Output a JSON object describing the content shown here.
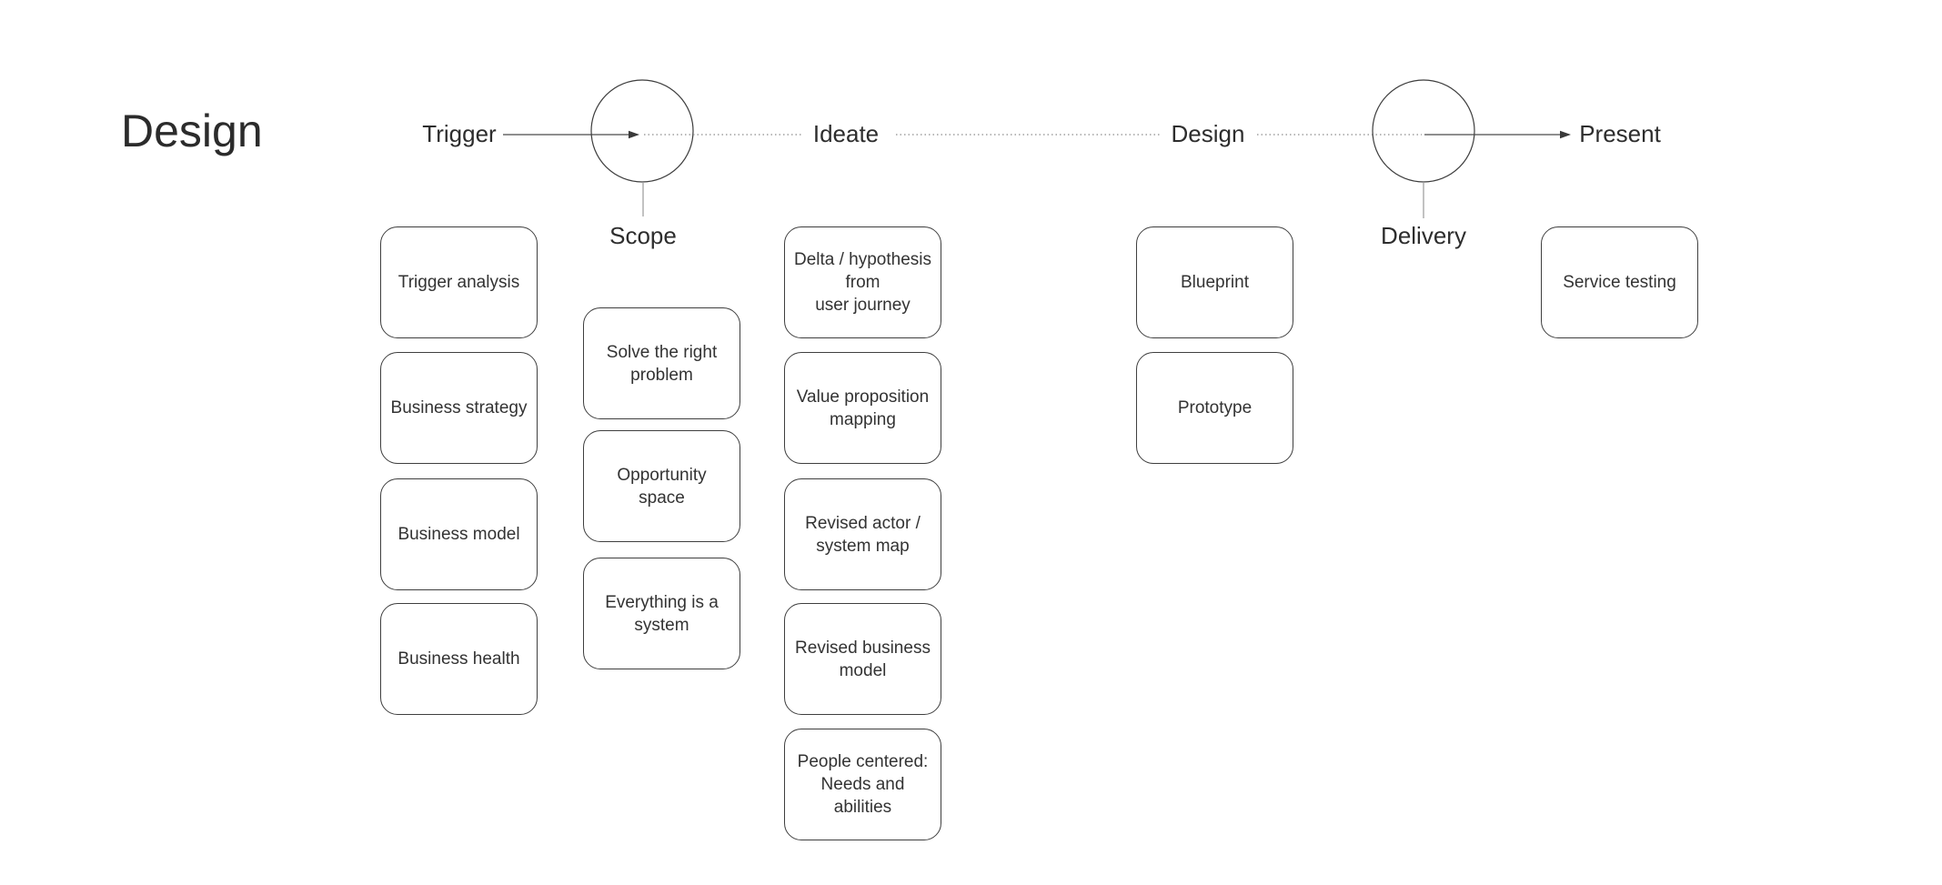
{
  "title": "Design",
  "timeline": {
    "phases": [
      {
        "label": "Trigger"
      },
      {
        "label": "Ideate"
      },
      {
        "label": "Design"
      },
      {
        "label": "Present"
      }
    ],
    "milestones": [
      {
        "label": "Scope"
      },
      {
        "label": "Delivery"
      }
    ]
  },
  "columns": [
    {
      "phase": "Trigger",
      "boxes": [
        "Trigger analysis",
        "Business strategy",
        "Business model",
        "Business health"
      ]
    },
    {
      "phase": "Scope",
      "boxes": [
        "Solve the right\nproblem",
        "Opportunity\nspace",
        "Everything is a\nsystem"
      ]
    },
    {
      "phase": "Ideate",
      "boxes": [
        "Delta / hypothesis\nfrom\nuser journey",
        "Value proposition\nmapping",
        "Revised actor /\nsystem map",
        "Revised business\nmodel",
        "People centered:\nNeeds and\nabilities"
      ]
    },
    {
      "phase": "Design",
      "boxes": [
        "Blueprint",
        "Prototype"
      ]
    },
    {
      "phase": "Present",
      "boxes": [
        "Service testing"
      ]
    }
  ],
  "colors": {
    "background": "#ffffff",
    "text": "#2d2d2d",
    "box_border": "#3f3f3f",
    "solid_line": "#4a4a4a",
    "dotted_line": "#8c8c8c",
    "stem_line": "#999999"
  }
}
